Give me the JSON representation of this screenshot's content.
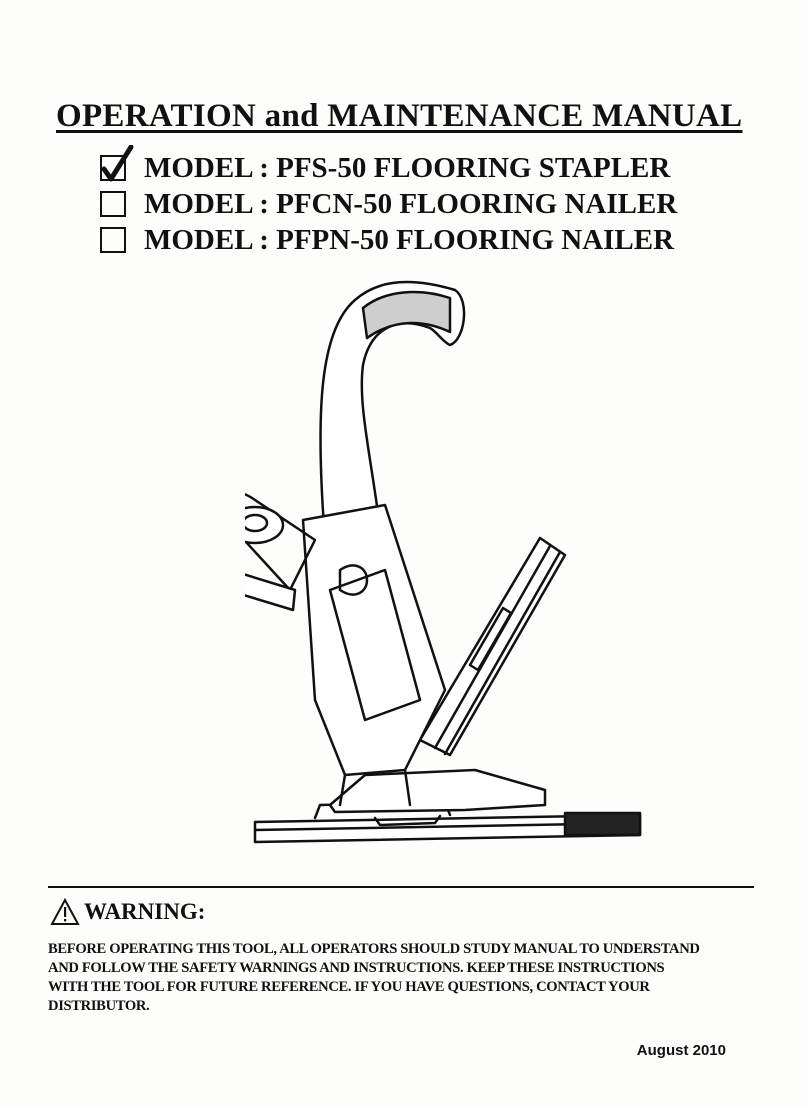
{
  "title": "OPERATION and MAINTENANCE MANUAL",
  "models": [
    {
      "label": "MODEL : PFS-50 FLOORING STAPLER",
      "checked": true
    },
    {
      "label": "MODEL : PFCN-50 FLOORING NAILER",
      "checked": false
    },
    {
      "label": "MODEL : PFPN-50 FLOORING NAILER",
      "checked": false
    }
  ],
  "warning": {
    "icon": "warning-triangle-icon",
    "title": "WARNING:",
    "lines": [
      "BEFORE OPERATING THIS TOOL, ALL OPERATORS SHOULD STUDY MANUAL TO UNDERSTAND",
      "AND FOLLOW THE SAFETY WARNINGS AND INSTRUCTIONS. KEEP THESE INSTRUCTIONS",
      "WITH THE TOOL FOR FUTURE REFERENCE. IF YOU HAVE QUESTIONS, CONTACT YOUR",
      "DISTRIBUTOR."
    ]
  },
  "date": "August 2010"
}
